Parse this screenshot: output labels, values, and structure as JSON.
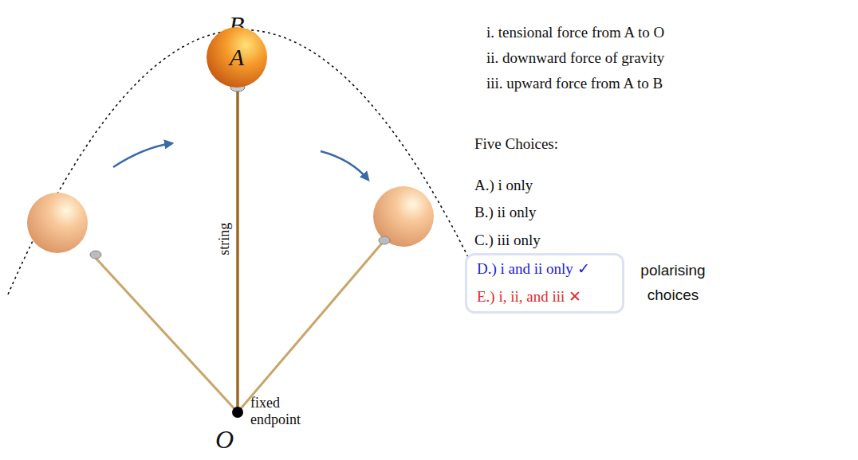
{
  "diagram": {
    "nodes": [
      {
        "text": [
          "A"
        ]
      },
      {
        "text": [
          "D.) i and ii only ✓",
          "E.) i, ii, and iii ✕",
          "polarising choices"
        ]
      }
    ],
    "labels": [
      "B",
      "string",
      "fixed endpoint",
      "O",
      "i. tensional force from A to O",
      "ii. downward force of gravity",
      "iii. upward force from A to B",
      "Five Choices:",
      "A.) i only",
      "B.) ii only",
      "C.) iii only"
    ]
  }
}
